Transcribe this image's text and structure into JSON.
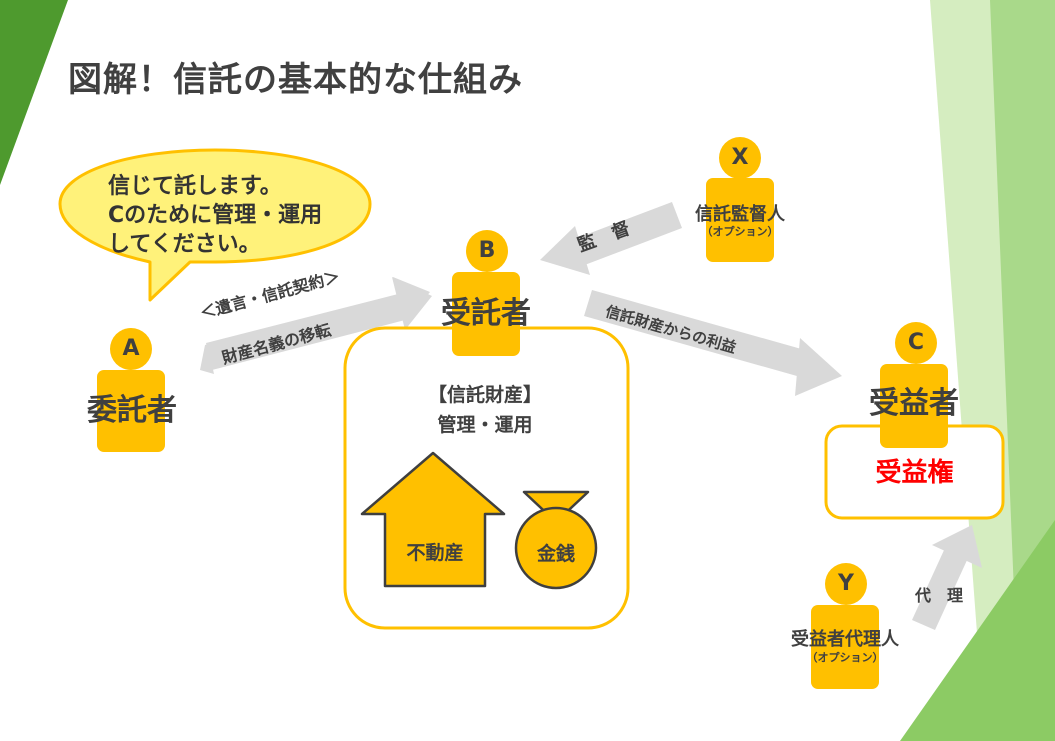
{
  "slide": {
    "title": "図解！信託の基本的な仕組み"
  },
  "speech_bubble": {
    "text": "信じて託します。\nCのために管理・運用\nしてください。"
  },
  "parties": {
    "A": {
      "letter": "A",
      "role": "委託者"
    },
    "B": {
      "letter": "B",
      "role": "受託者"
    },
    "C": {
      "letter": "C",
      "role": "受益者"
    },
    "X": {
      "letter": "X",
      "role": "信託監督人",
      "note": "（オプション）"
    },
    "Y": {
      "letter": "Y",
      "role": "受益者代理人",
      "note": "（オプション）"
    }
  },
  "arrows": {
    "a_to_b_line1": "＜遺言・信託契約＞",
    "a_to_b_line2": "財産名義の移転",
    "x_to_b": "監　督",
    "b_to_c": "信託財産からの利益",
    "y_to_c": "代　理"
  },
  "trust_property": {
    "heading": "【信託財産】",
    "subheading": "管理・運用",
    "real_estate": "不動産",
    "money": "金銭"
  },
  "beneficial_right": {
    "label": "受益権"
  },
  "colors": {
    "person": "#FFC000",
    "bubble_fill": "#FFF27A",
    "box_border": "#FFC000",
    "arrow": "#D9D9D9",
    "green_dark": "#4E9A2E",
    "green_light": "#B7E08E",
    "beneficial_right_text": "#FF0000"
  }
}
